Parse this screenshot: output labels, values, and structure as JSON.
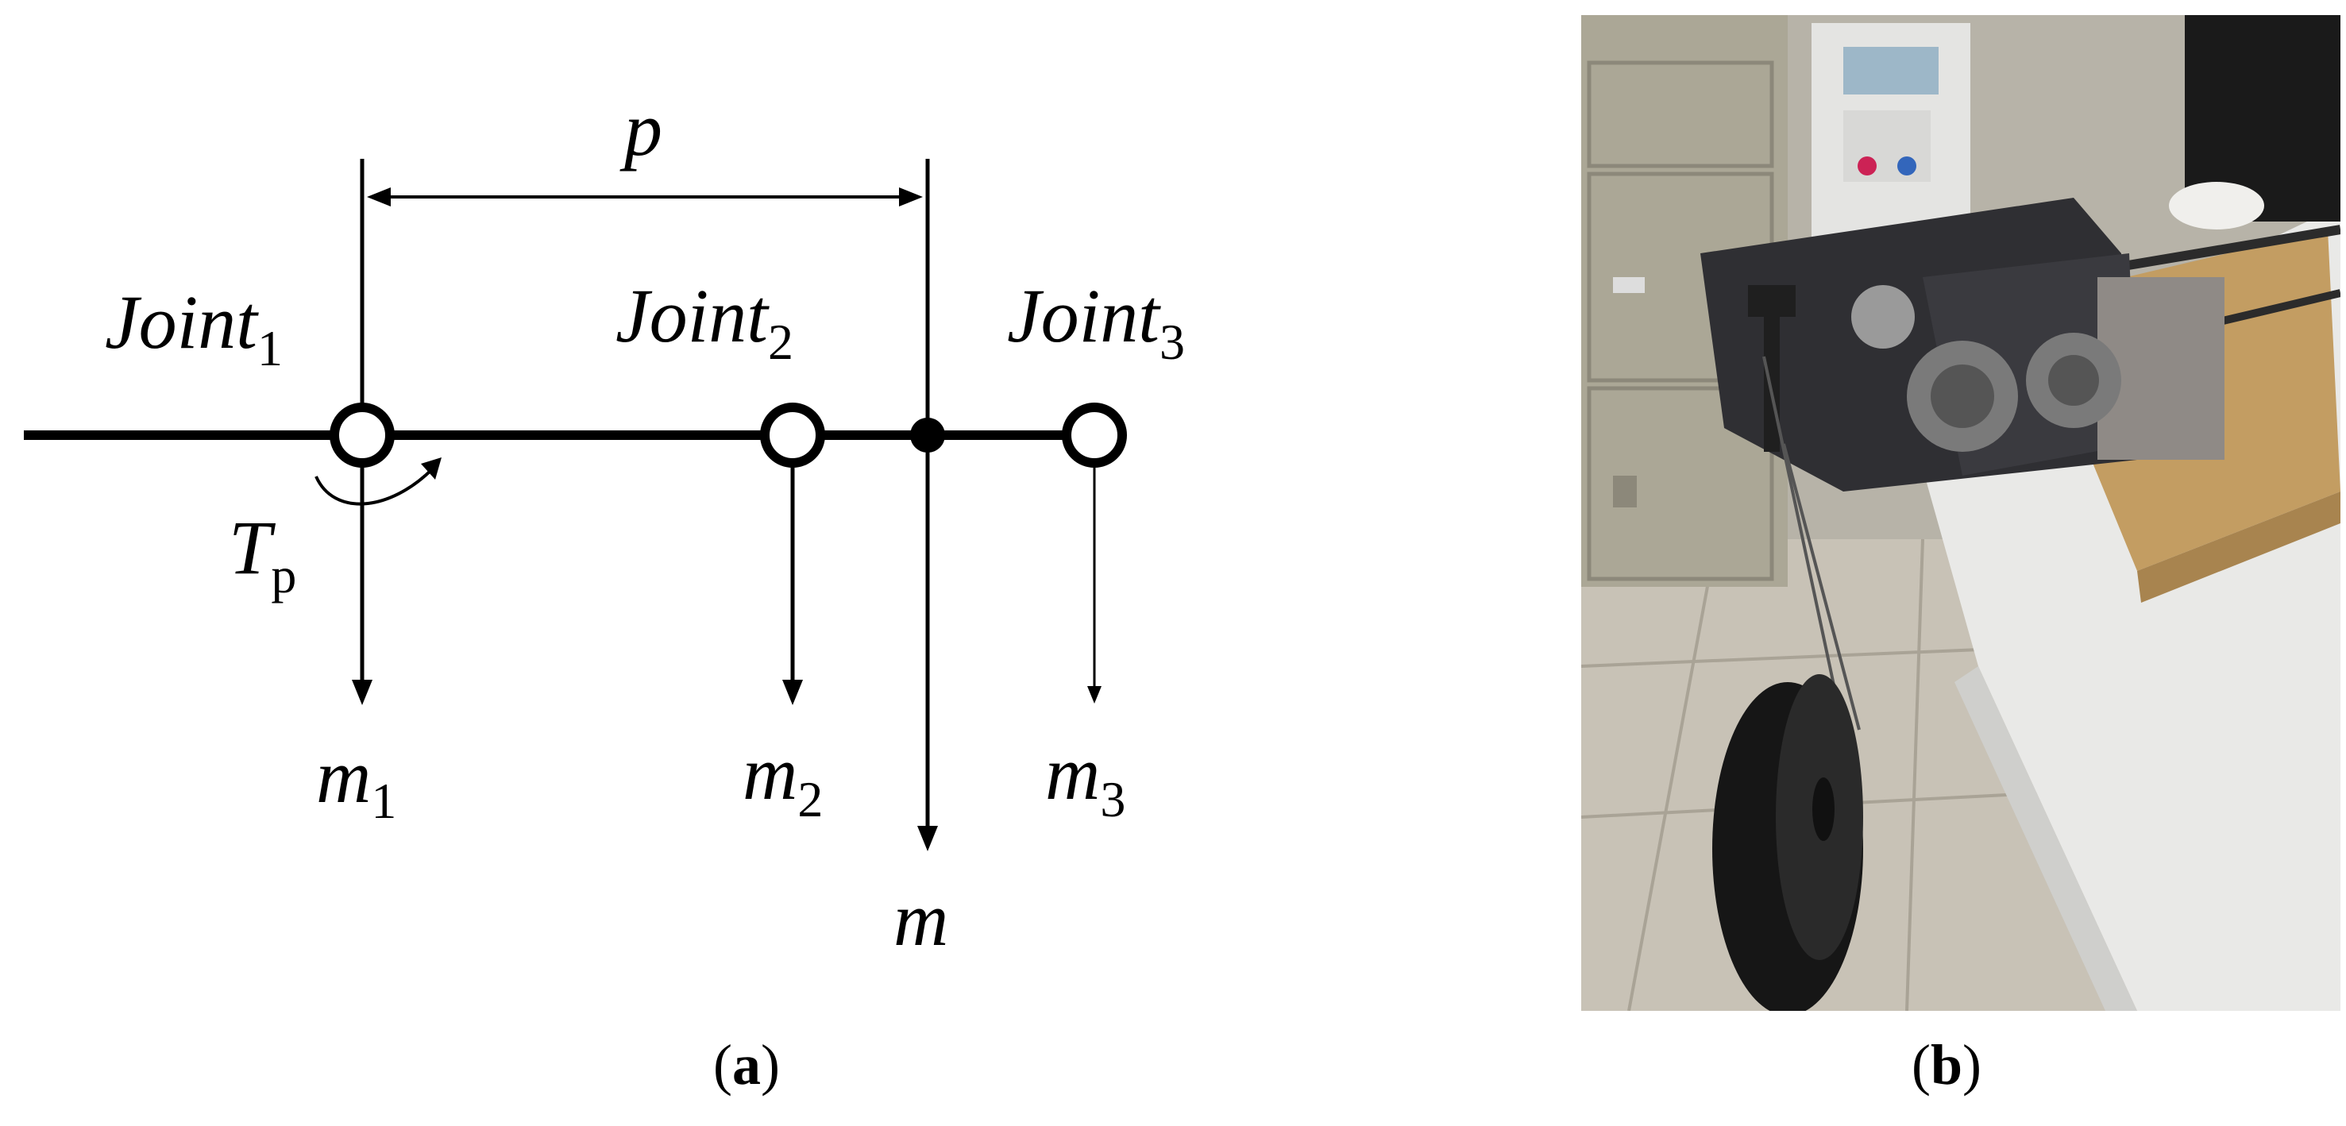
{
  "diagram": {
    "dimension_label": "p",
    "joints": [
      {
        "name": "Joint",
        "subscript": "1"
      },
      {
        "name": "Joint",
        "subscript": "2"
      },
      {
        "name": "Joint",
        "subscript": "3"
      }
    ],
    "torque": {
      "symbol": "T",
      "subscript": "p"
    },
    "masses": [
      {
        "symbol": "m",
        "subscript": "1"
      },
      {
        "symbol": "m",
        "subscript": "2"
      },
      {
        "symbol": "m",
        "subscript": "3"
      }
    ],
    "total_mass": "m"
  },
  "captions": {
    "a": {
      "open": "(",
      "letter": "a",
      "close": ")"
    },
    "b": {
      "open": "(",
      "letter": "b",
      "close": ")"
    }
  },
  "photo": {
    "description_icon": "robot-arm-joint-test-rig-photo"
  }
}
